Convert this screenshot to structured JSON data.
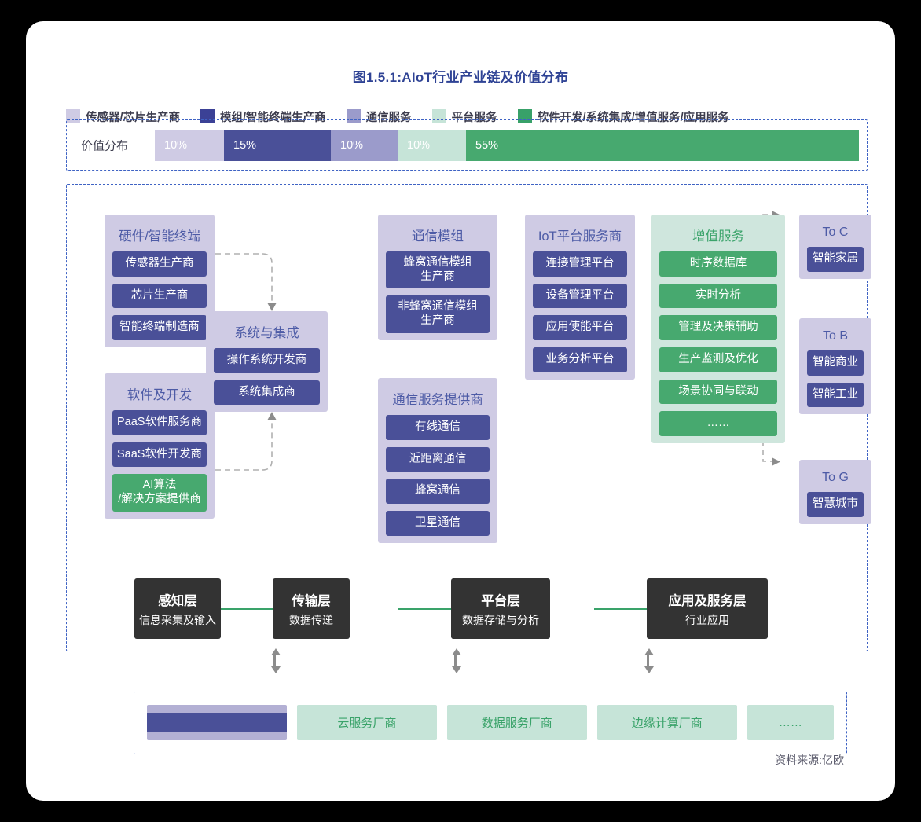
{
  "title": "图1.5.1:AIoT行业产业链及价值分布",
  "colors": {
    "sensor_chip": "#cfcbe4",
    "module_terminal": "#4a5098",
    "comm_service": "#9b9bcb",
    "platform_service": "#c6e4d8",
    "software_dev": "#47a96f",
    "title_blue": "#2f4395",
    "dashed_blue": "#3f63c4",
    "layer_dark": "#333333",
    "link_green": "#3aa36a"
  },
  "legend": [
    {
      "label": "传感器/芯片生产商",
      "color": "#cfcbe4"
    },
    {
      "label": "模组/智能终端生产商",
      "color": "#3b4196"
    },
    {
      "label": "通信服务",
      "color": "#9b9bcb"
    },
    {
      "label": "平台服务",
      "color": "#c6e4d8"
    },
    {
      "label": "软件开发/系统集成/增值服务/应用服务",
      "color": "#38a169"
    }
  ],
  "value_distribution": {
    "label": "价值分布",
    "segments": [
      {
        "value": "10%",
        "color": "#cfcbe4"
      },
      {
        "value": "15%",
        "color": "#4a5098"
      },
      {
        "value": "10%",
        "color": "#9b9bcb"
      },
      {
        "value": "10%",
        "color": "#c6e4d8"
      },
      {
        "value": "55%",
        "color": "#47a96f"
      }
    ]
  },
  "chart_data": {
    "type": "bar",
    "title": "价值分布",
    "categories": [
      "传感器/芯片生产商",
      "模组/智能终端生产商",
      "通信服务",
      "平台服务",
      "软件开发/系统集成/增值服务/应用服务"
    ],
    "values": [
      10,
      15,
      10,
      10,
      55
    ],
    "unit": "%",
    "xlabel": "",
    "ylabel": "",
    "ylim": [
      0,
      100
    ],
    "orientation": "horizontal-stacked",
    "legend_position": "top"
  },
  "groups": {
    "hardware": {
      "title": "硬件/智能终端",
      "items": [
        "传感器生产商",
        "芯片生产商",
        "智能终端制造商"
      ]
    },
    "software": {
      "title": "软件及开发",
      "items": [
        "PaaS软件服务商",
        "SaaS软件开发商"
      ],
      "green_item": "AI算法\n/解决方案提供商",
      "green_item_line1": "AI算法",
      "green_item_line2": "/解决方案提供商"
    },
    "sysintegration": {
      "title": "系统与集成",
      "items": [
        "操作系统开发商",
        "系统集成商"
      ]
    },
    "commodule": {
      "title": "通信模组",
      "items_l1": [
        "蜂窝通信模组",
        "非蜂窝通信模组"
      ],
      "items_l2": [
        "生产商",
        "生产商"
      ]
    },
    "commservice": {
      "title": "通信服务提供商",
      "items": [
        "有线通信",
        "近距离通信",
        "蜂窝通信",
        "卫星通信"
      ]
    },
    "iotplatform": {
      "title": "IoT平台服务商",
      "items": [
        "连接管理平台",
        "设备管理平台",
        "应用使能平台",
        "业务分析平台"
      ]
    },
    "valueadded": {
      "title": "增值服务",
      "items": [
        "时序数据库",
        "实时分析",
        "管理及决策辅助",
        "生产监测及优化",
        "场景协同与联动",
        "……"
      ]
    },
    "toc": {
      "title": "To C",
      "items": [
        "智能家居"
      ]
    },
    "tob": {
      "title": "To B",
      "items": [
        "智能商业",
        "智能工业"
      ]
    },
    "tog": {
      "title": "To G",
      "items": [
        "智慧城市"
      ]
    }
  },
  "layers": [
    {
      "name": "感知层",
      "desc": "信息采集及输入"
    },
    {
      "name": "传输层",
      "desc": "数据传递"
    },
    {
      "name": "平台层",
      "desc": "数据存储与分析"
    },
    {
      "name": "应用及服务层",
      "desc": "行业应用"
    }
  ],
  "infrastructure": [
    {
      "label": "",
      "redacted": true
    },
    {
      "label": "云服务厂商",
      "redacted": false
    },
    {
      "label": "数据服务厂商",
      "redacted": false
    },
    {
      "label": "边缘计算厂商",
      "redacted": false
    },
    {
      "label": "……",
      "redacted": false
    }
  ],
  "source": "资料来源:亿欧"
}
